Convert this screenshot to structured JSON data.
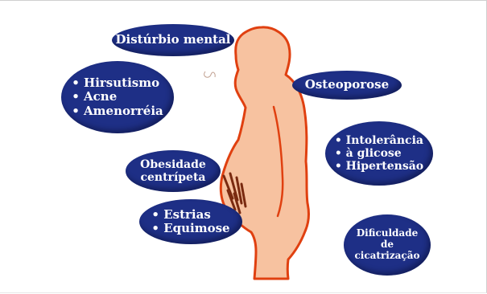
{
  "labels": {
    "mental": "Distúrbio mental",
    "hyper_androgen": [
      "Hirsutismo",
      "Acne",
      "Amenorréia"
    ],
    "osteoporose": "Osteoporose",
    "obesidade": [
      "Obesidade",
      "centrípeta"
    ],
    "metabolic": [
      "Intolerância",
      "à glicose",
      "Hipertensão"
    ],
    "skin": [
      "Estrias",
      "Equimose"
    ],
    "cicatrizacao": [
      "Dificuldade",
      "de",
      "cicatrização"
    ]
  },
  "colors": {
    "bubble": "#1e2f86",
    "body_fill": "#f7c2a0",
    "body_outline": "#e04010",
    "striae": "#7a2a10"
  }
}
